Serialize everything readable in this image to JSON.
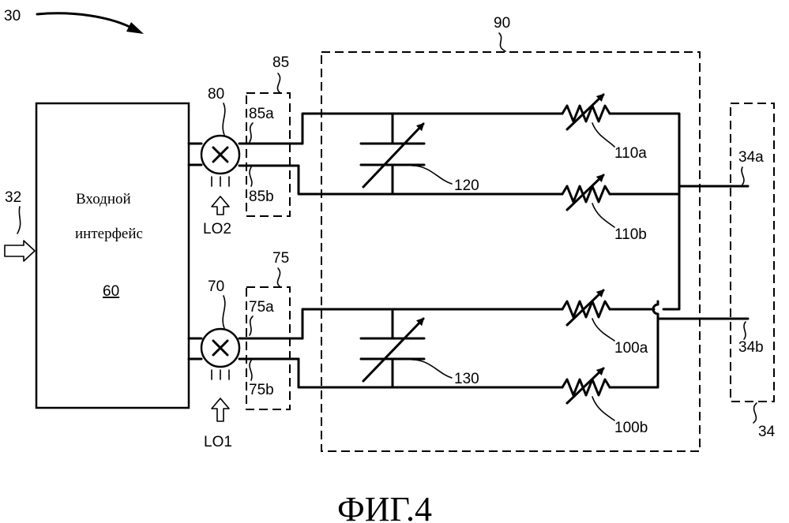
{
  "diagram": {
    "ref_main": "30",
    "ref_input": "32",
    "block": {
      "line1": "Входной",
      "line2": "интерфейс",
      "number": "60"
    },
    "mixer2": {
      "ref": "80",
      "lo": "LO2",
      "group": "85",
      "out_a": "85a",
      "out_b": "85b"
    },
    "mixer1": {
      "ref": "70",
      "lo": "LO1",
      "group": "75",
      "out_a": "75a",
      "out_b": "75b"
    },
    "network": {
      "ref": "90",
      "cap_upper": "120",
      "cap_lower": "130",
      "res_110a": "110a",
      "res_110b": "110b",
      "res_100a": "100a",
      "res_100b": "100b"
    },
    "outputs": {
      "ref": "34",
      "a": "34a",
      "b": "34b"
    },
    "caption": "ФИГ.4"
  }
}
